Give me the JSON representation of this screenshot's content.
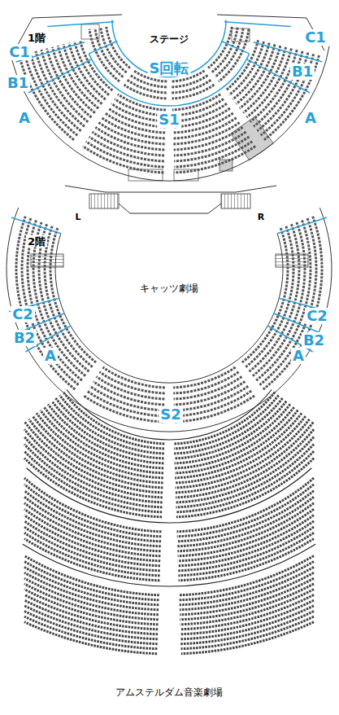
{
  "diagram": {
    "caption": "アムステルダム音楽劇場",
    "labels": [
      "1階",
      "ステージ",
      "C1",
      "C1",
      "B1",
      "B1",
      "A",
      "A",
      "S回転",
      "S1",
      "2階",
      "L",
      "R",
      "キャッツ劇場",
      "C2",
      "C2",
      "B2",
      "B2",
      "A",
      "A",
      "S2"
    ]
  }
}
